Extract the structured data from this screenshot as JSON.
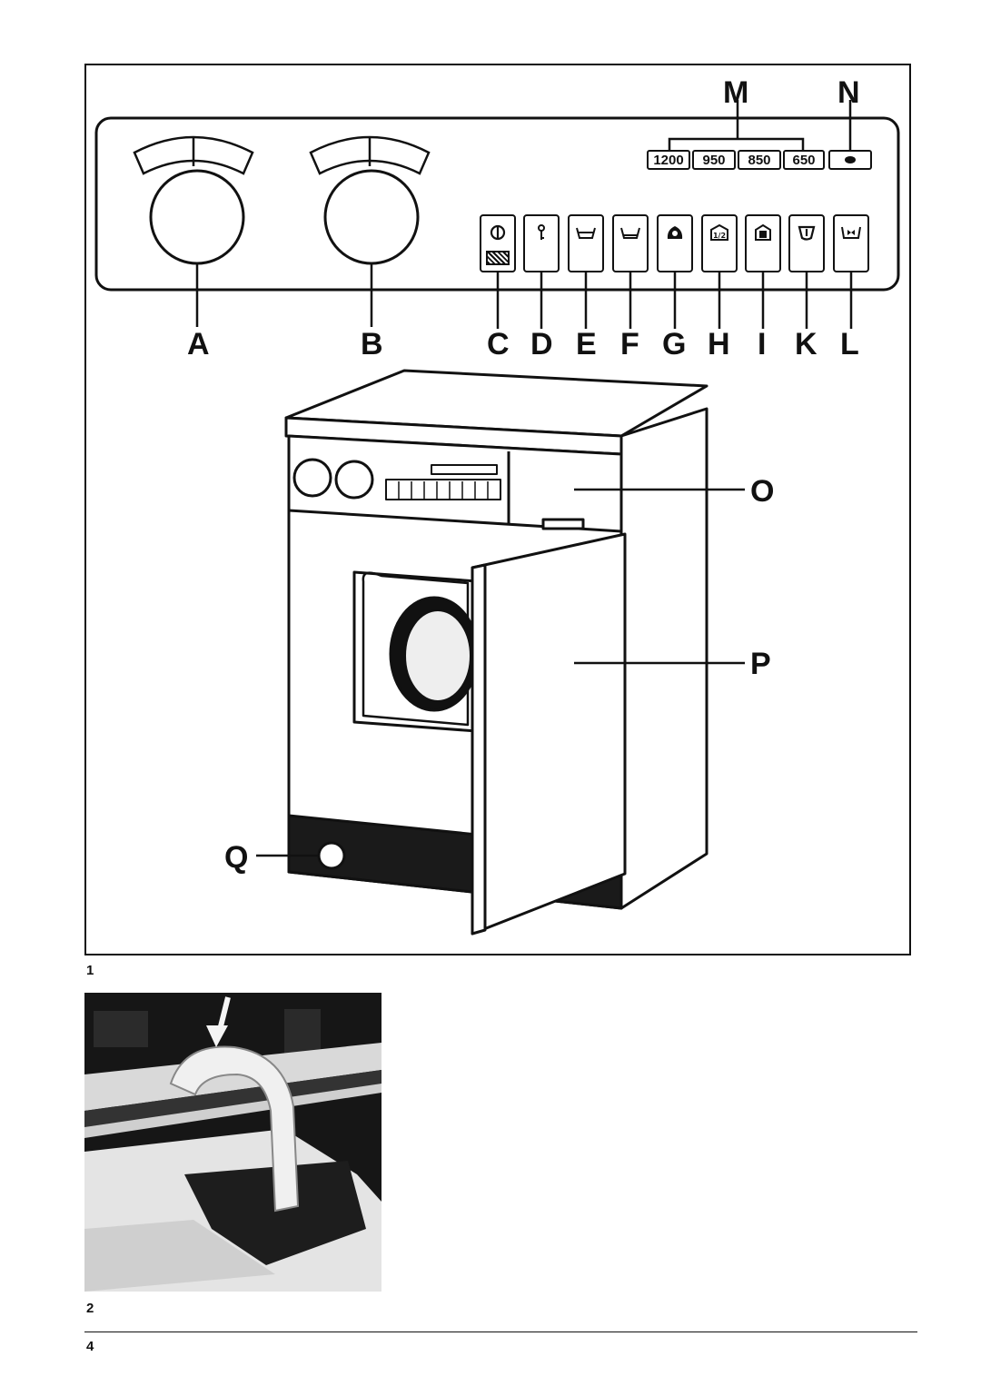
{
  "figure1": {
    "number": "1",
    "top_labels": {
      "m": "M",
      "n": "N"
    },
    "spin_speeds": [
      "1200",
      "950",
      "850",
      "650"
    ],
    "bottom_labels": [
      "A",
      "B",
      "C",
      "D",
      "E",
      "F",
      "G",
      "H",
      "I",
      "K",
      "L"
    ],
    "side_labels": {
      "o": "O",
      "p": "P",
      "q": "Q"
    },
    "button_icons": [
      "power-icon",
      "key-icon",
      "basin-full-icon",
      "basin-half-icon",
      "drop-icon",
      "half-load-icon",
      "economy-icon",
      "rinse-hold-icon",
      "spin-icon"
    ]
  },
  "figure2": {
    "number": "2"
  },
  "footer": {
    "page_number": "4"
  }
}
